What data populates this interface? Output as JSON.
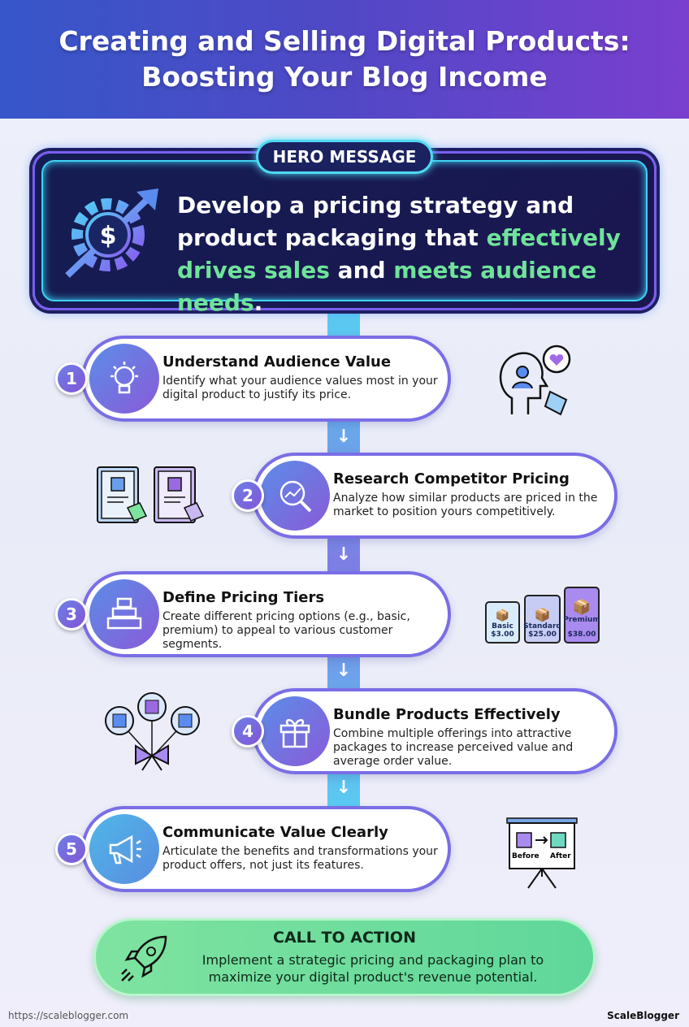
{
  "title_line1": "Creating and Selling Digital Products:",
  "title_line2": "Boosting Your Blog Income",
  "hero": {
    "badge": "HERO MESSAGE",
    "text_a": "Develop a pricing strategy and product packaging that ",
    "text_hl1": "effectively drives sales",
    "text_b": " and ",
    "text_hl2": "meets audience needs",
    ".": ".",
    "end": "."
  },
  "steps": [
    {
      "number": "1",
      "title": "Understand Audience Value",
      "desc": "Identify what your audience values most in your digital product to justify its price."
    },
    {
      "number": "2",
      "title": "Research Competitor Pricing",
      "desc": "Analyze how similar products are priced in the market to position yours competitively."
    },
    {
      "number": "3",
      "title": "Define Pricing Tiers",
      "desc": "Create different pricing options (e.g., basic, premium) to appeal to various customer segments."
    },
    {
      "number": "4",
      "title": "Bundle Products Effectively",
      "desc": "Combine multiple offerings into attractive packages to increase perceived value and average order value."
    },
    {
      "number": "5",
      "title": "Communicate Value Clearly",
      "desc": "Articulate the benefits and transformations your product offers, not just its features."
    }
  ],
  "tiers": [
    {
      "name": "Basic",
      "price": "$3.00"
    },
    {
      "name": "Standard",
      "price": "$25.00"
    },
    {
      "name": "Premium",
      "price": "$38.00"
    }
  ],
  "before_after": {
    "before": "Before",
    "after": "After"
  },
  "cta": {
    "title": "CALL TO ACTION",
    "text": "Implement a strategic pricing and packaging plan to maximize your digital product's revenue potential."
  },
  "footer": {
    "url": "https://scaleblogger.com",
    "brand": "ScaleBlogger"
  },
  "colors": {
    "header": "#5148c6",
    "hero_bg": "#141d52",
    "highlight": "#6fe39a",
    "cta": "#6fdc9d"
  }
}
